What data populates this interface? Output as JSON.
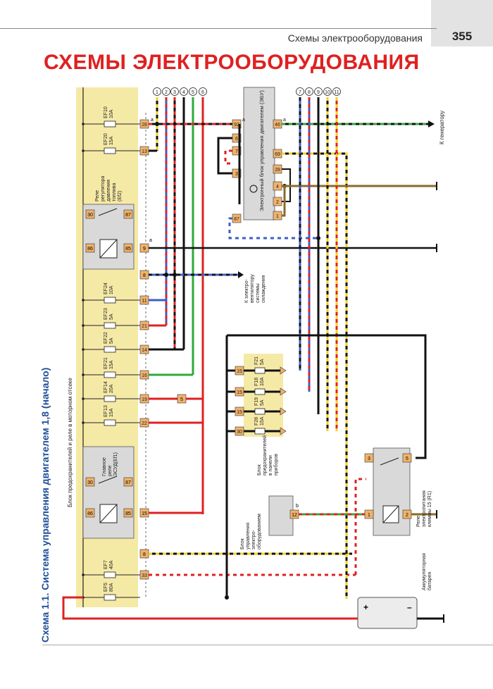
{
  "header": {
    "running_title": "Схемы электрооборудования",
    "page_number": "355"
  },
  "title": "СХЕМЫ ЭЛЕКТРООБОРУДОВАНИЯ",
  "caption": "Схема 1.1. Система управления двигателем 1,8 (начало)",
  "colors": {
    "accent_red": "#e02020",
    "caption_blue": "#1f4e97",
    "fuse_block": "#f5e9a6",
    "connector": "#f0b26b"
  },
  "diagram": {
    "fuse_block_label": "Блок предохранителей и реле в моторном отсеке",
    "fuses": [
      {
        "name": "EF10",
        "rating": "10A",
        "pin": "28"
      },
      {
        "name": "EF20",
        "rating": "15A",
        "pin": "13"
      },
      {
        "name": "EF24",
        "rating": "10A",
        "pin": "11"
      },
      {
        "name": "EF23",
        "rating": "5A",
        "pin": "21"
      },
      {
        "name": "EF22",
        "rating": "5A",
        "pin": "14"
      },
      {
        "name": "EF21",
        "rating": "15A",
        "pin": "16"
      },
      {
        "name": "EF14",
        "rating": "20A",
        "pin": "19"
      },
      {
        "name": "EF13",
        "rating": "15A",
        "pin": "22"
      },
      {
        "name": "EF7",
        "rating": "40A",
        "pin": "33"
      },
      {
        "name": "EF5",
        "rating": "80A",
        "pin": ""
      }
    ],
    "relay_fuel": {
      "label_lines": [
        "Реле",
        "регулятора",
        "давления",
        "топлива",
        "(Ef2)"
      ],
      "pins": [
        "30",
        "87",
        "86",
        "85"
      ],
      "out_pins": [
        "9",
        "8"
      ]
    },
    "relay_main": {
      "label_lines": [
        "Главное",
        "реле",
        "ЭСУД(Ef1)"
      ],
      "pins": [
        "30",
        "87",
        "86",
        "85"
      ],
      "out_pin": "15",
      "pin_bottom": "8"
    },
    "wire_numbers_left": [
      "1",
      "2",
      "3",
      "4",
      "5",
      "6"
    ],
    "wire_numbers_right": [
      "7",
      "8",
      "9",
      "10",
      "11"
    ],
    "ecu": {
      "label": "Электронный блок управления двигателем (ЭБУ)",
      "pins": [
        "92",
        "6",
        "7",
        "3",
        "87",
        "46",
        "69",
        "28",
        "4",
        "2",
        "1"
      ]
    },
    "generator_label": "К генератору",
    "fan_label_lines": [
      "К электро-",
      "вентилятору",
      "системы",
      "охлаждения"
    ],
    "panel_block": {
      "fuses": [
        {
          "name": "F21",
          "rating": "5A",
          "pin": "15"
        },
        {
          "name": "F18",
          "rating": "10A",
          "pin": "15"
        },
        {
          "name": "F19",
          "rating": "5A",
          "pin": "15"
        },
        {
          "name": "F28",
          "rating": "15A",
          "pin": "30"
        }
      ],
      "label_lines": [
        "Блок",
        "предохранителей",
        "в панели",
        "приборов"
      ]
    },
    "bcm": {
      "label_lines": [
        "Блок",
        "управления",
        "электро-",
        "оборудованием"
      ],
      "pin": "12",
      "mark": "b"
    },
    "relay_15": {
      "label_lines": [
        "Реле",
        "электропитания",
        "клеммы 15 (R1)"
      ],
      "pins": [
        "3",
        "5",
        "1",
        "2"
      ]
    },
    "battery": {
      "label_lines": [
        "Аккумуляторная",
        "батарея"
      ],
      "plus": "+",
      "minus": "–"
    },
    "mark_a": "a",
    "inline_connector": "5"
  }
}
